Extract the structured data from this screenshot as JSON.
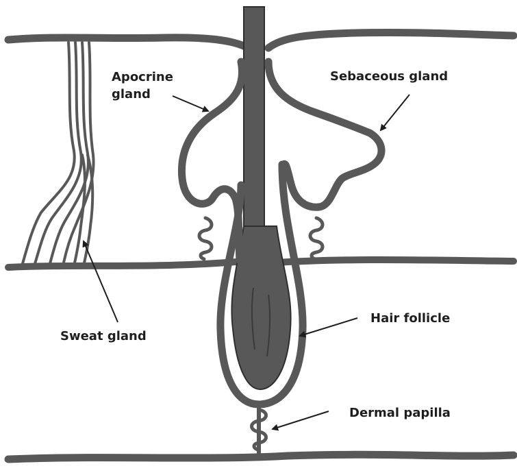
{
  "labels": {
    "apocrine_gland": [
      "Apocrine",
      "gland"
    ],
    "sebaceous_gland": "Sebaceous gland",
    "sweat_gland": "Sweat gland",
    "hair_follicle": "Hair follicle",
    "dermal_papilla": "Dermal papilla"
  },
  "colors": {
    "tissue_stroke": "#585858",
    "tissue_outline": "#2e2e2e",
    "background": "#ffffff",
    "label_text": "#1e1e1e",
    "arrow": "#1e1e1e"
  }
}
